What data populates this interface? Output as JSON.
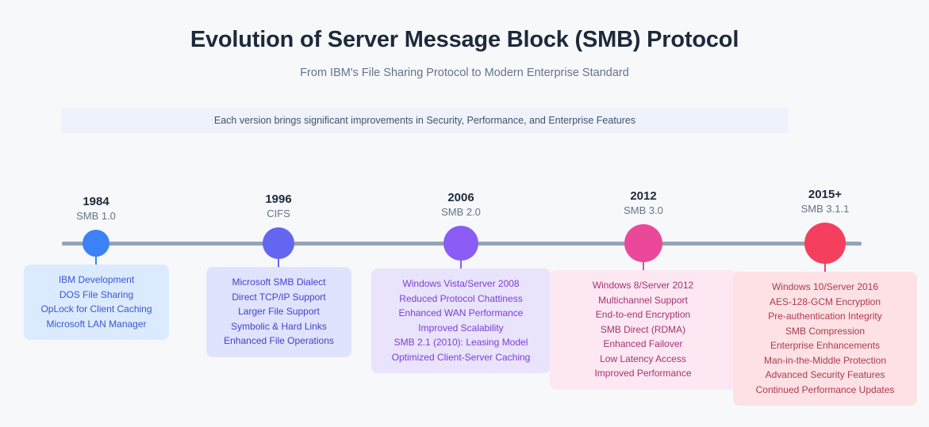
{
  "header": {
    "title": "Evolution of Server Message Block (SMB) Protocol",
    "subtitle": "From IBM's File Sharing Protocol to Modern Enterprise Standard"
  },
  "banner": {
    "text": "Each version brings significant improvements in Security, Performance, and Enterprise Features"
  },
  "theme": {
    "page_background": "#f7f8fa",
    "title_color": "#1e293b",
    "subtitle_color": "#64748b",
    "banner_background": "#eef3fb",
    "axis_color": "#94a3b8"
  },
  "timeline": {
    "nodes": [
      {
        "year": "1984",
        "version": "SMB 1.0",
        "dot_color": "#3b82f6",
        "card_background": "#dbeafe",
        "card_text_color": "#3b56d1",
        "items": [
          "IBM Development",
          "DOS File Sharing",
          "OpLock for Client Caching",
          "Microsoft LAN Manager"
        ]
      },
      {
        "year": "1996",
        "version": "CIFS",
        "dot_color": "#6366f1",
        "card_background": "#e0e3fd",
        "card_text_color": "#4341c9",
        "items": [
          "Microsoft SMB Dialect",
          "Direct TCP/IP Support",
          "Larger File Support",
          "Symbolic & Hard Links",
          "Enhanced File Operations"
        ]
      },
      {
        "year": "2006",
        "version": "SMB 2.0",
        "dot_color": "#8b5cf6",
        "card_background": "#e9e3fc",
        "card_text_color": "#7a3fd6",
        "items": [
          "Windows Vista/Server 2008",
          "Reduced Protocol Chattiness",
          "Enhanced WAN Performance",
          "Improved Scalability",
          "SMB 2.1 (2010): Leasing Model",
          "Optimized Client-Server Caching"
        ]
      },
      {
        "year": "2012",
        "version": "SMB 3.0",
        "dot_color": "#ec4899",
        "card_background": "#fce7f3",
        "card_text_color": "#a4346f",
        "items": [
          "Windows 8/Server 2012",
          "Multichannel Support",
          "End-to-end Encryption",
          "SMB Direct (RDMA)",
          "Enhanced Failover",
          "Low Latency Access",
          "Improved Performance"
        ]
      },
      {
        "year": "2015+",
        "version": "SMB 3.1.1",
        "dot_color": "#f43f5e",
        "card_background": "#fde1e4",
        "card_text_color": "#ab3a52",
        "items": [
          "Windows 10/Server 2016",
          "AES-128-GCM Encryption",
          "Pre-authentication Integrity",
          "SMB Compression",
          "Enterprise Enhancements",
          "Man-in-the-Middle Protection",
          "Advanced Security Features",
          "Continued Performance Updates"
        ]
      }
    ]
  }
}
